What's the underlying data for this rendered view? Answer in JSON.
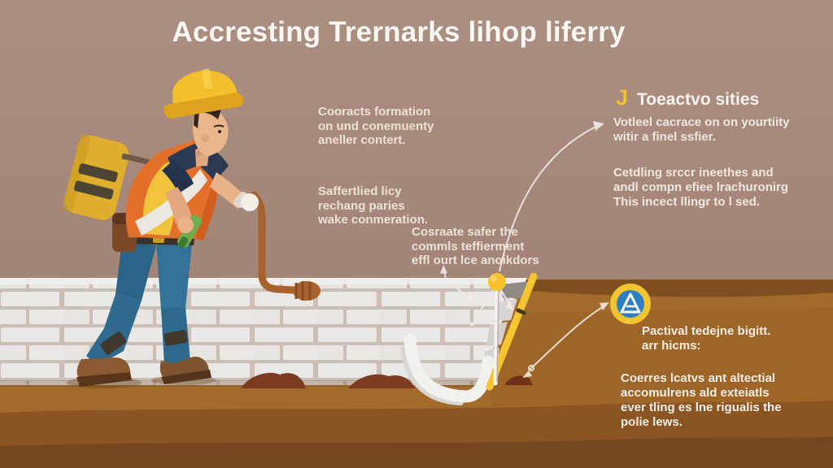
{
  "title": "Accresting Trernarks lihop liferry",
  "callouts": {
    "left": [
      {
        "id": "callout-1",
        "text": "Cooracts formation\non und conemuenty\naneller contert."
      },
      {
        "id": "callout-2",
        "text": "Saffertlied licy\nrechang paries\nwake conmeration."
      },
      {
        "id": "callout-3",
        "text": "Cosraate safer the\ncommls teffierment\neffl ourt lce anoikdors"
      }
    ],
    "right": {
      "step_number": "J",
      "heading": "Toeactvo sities",
      "paragraph_1": "Votleel cacrace on on yourtiity\nwitir a finel ssfier.",
      "paragraph_2": "Cetdling srccr ineethes and\nandl compn efiee lrachuronirg\nThis incect llingr to l sed.",
      "paragraph_3": "Pactival tedejne bigitt.\narr hicms:",
      "paragraph_4": "Coerres lcatvs ant altectial\naccomulrens ald exteiatls\never tling es lne rigualis the\npolie lews."
    }
  },
  "scene": {
    "subject": "construction worker inspecting a wall and trench cross-section",
    "badge_icon": "triangle-location-marker",
    "elements": [
      "hard-hat",
      "safety-vest",
      "yellow-back-tank",
      "copper-probe-rod",
      "green-hand-tool",
      "brick-wall",
      "trench-cutaway",
      "white-conduit",
      "yellow-stake",
      "marker-ball",
      "dirt-piles",
      "annotation-arrows",
      "location-badge"
    ]
  },
  "colors": {
    "background_mauve": "#a58779",
    "ground_brown": "#a26a2b",
    "ground_dark": "#7b4b1e",
    "wall_brick": "#e9e8e4",
    "wall_mortar": "#c9bfb6",
    "accent_yellow": "#f2c42f",
    "badge_blue": "#2e7fc4",
    "vest_orange": "#e2702a",
    "jeans_blue": "#2e6b8e",
    "text_light": "#f0e7de"
  }
}
